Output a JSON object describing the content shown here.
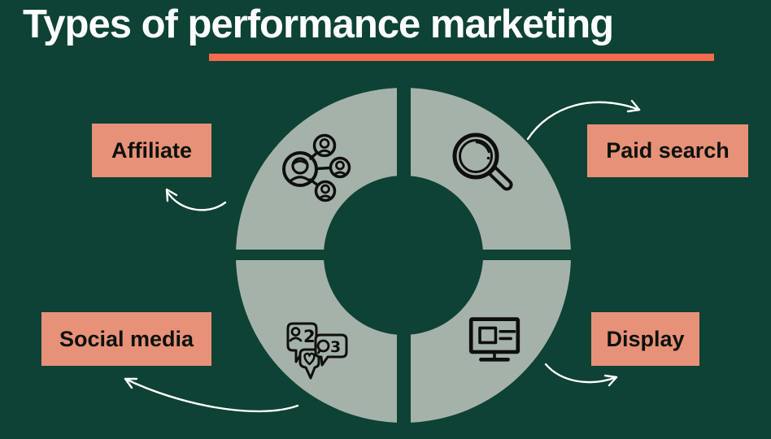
{
  "page": {
    "title": "Types of performance marketing"
  },
  "colors": {
    "background": "#0d4234",
    "ring": "#a5b2aa",
    "label_bg": "#e89179",
    "label_text": "#0b120d",
    "underline": "#f46a4d",
    "icon_stroke": "#0e0f0c",
    "arrow": "#ffffff",
    "title": "#ffffff"
  },
  "donut": {
    "quadrants": [
      {
        "position": "top-left",
        "label": "Affiliate",
        "icon": "people-network-icon"
      },
      {
        "position": "top-right",
        "label": "Paid search",
        "icon": "magnifying-glass-icon"
      },
      {
        "position": "bottom-left",
        "label": "Social media",
        "icon": "reaction-bubbles-icon"
      },
      {
        "position": "bottom-right",
        "label": "Display",
        "icon": "monitor-ad-icon"
      }
    ]
  },
  "icon_annotations": {
    "social_likes_count": "2",
    "social_comments_count": "3"
  }
}
